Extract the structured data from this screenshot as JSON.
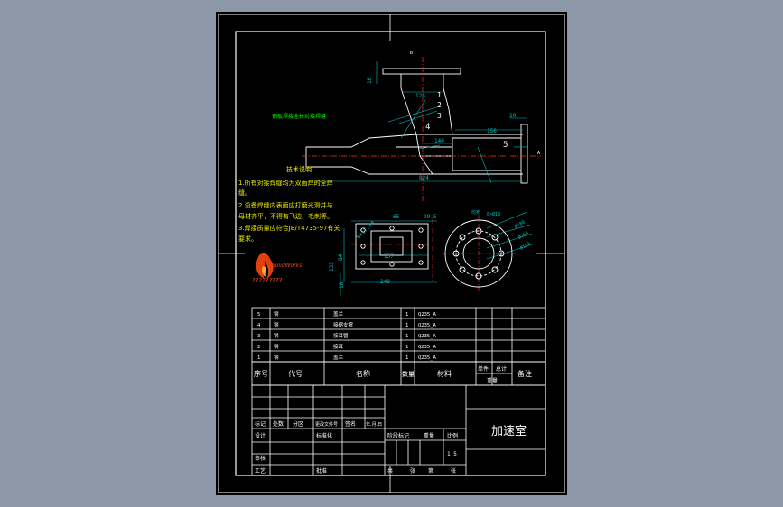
{
  "colors": {
    "background": "#8c97a7",
    "sheet": "#000000",
    "line": "#ffffff",
    "dim": "#00c0c0",
    "note": "#e8e800",
    "center": "#ff3030",
    "part": "#00ff00"
  },
  "view_labels": {
    "section_mark": "B",
    "arrow_mark": "A"
  },
  "dims_main": {
    "d10_left": "10",
    "d10_right": "10",
    "d128": "128",
    "d156": "156",
    "d140": "140",
    "d824": "824",
    "weld_note": "钢板焊接全长对接焊缝"
  },
  "balloons": [
    "1",
    "2",
    "3",
    "4",
    "5"
  ],
  "tech_notes": {
    "title": "技术说明",
    "lines": [
      "1.所有对接焊缝均为双面焊的全焊",
      "缝。",
      "2.设备焊缝内表面应打磨光滑并与",
      "母材齐平，不得有飞边、毛刺等。",
      "3.焊接质量应符合JB/T4735-97有关",
      "要求。"
    ]
  },
  "dims_flange": {
    "d65": "65",
    "d99": "99.5",
    "d137": "137",
    "d248": "248",
    "d84": "84",
    "d135": "135",
    "d18": "18",
    "holes": "8×17.14"
  },
  "dims_circle": {
    "holes": "8×Ø18",
    "d180": "Ø180",
    "d160": "Ø160",
    "d190": "Ø190",
    "note": "均布"
  },
  "logo": {
    "brand": "SolidWorks",
    "garbled": "?????????"
  },
  "parts": [
    {
      "no": "5",
      "code": "钢",
      "name": "盖兰",
      "qty": "1",
      "material": "Q235_A"
    },
    {
      "no": "4",
      "code": "钢",
      "name": "接缩支撑",
      "qty": "1",
      "material": "Q235_A"
    },
    {
      "no": "3",
      "code": "钢",
      "name": "接耳管",
      "qty": "1",
      "material": "Q235_A"
    },
    {
      "no": "2",
      "code": "钢",
      "name": "接耳",
      "qty": "1",
      "material": "Q235_A"
    },
    {
      "no": "1",
      "code": "钢",
      "name": "盖兰",
      "qty": "1",
      "material": "Q235_A"
    }
  ],
  "header": {
    "no": "序号",
    "code": "代号",
    "name": "名称",
    "qty": "数量",
    "material": "材料",
    "unit_weight": "单件",
    "total": "总计",
    "weight": "重量",
    "remark": "备注"
  },
  "title_block": {
    "title": "加速室",
    "mark": "标记",
    "count": "处数",
    "zone": "分区",
    "doc": "更改文件号",
    "sign": "签名",
    "date": "年.月.日",
    "design": "设计",
    "standard": "标准化",
    "check": "审核",
    "process": "工艺",
    "approve": "批准",
    "stage": "阶段标记",
    "weight": "重量",
    "scale_label": "比例",
    "scale": "1:5",
    "total_sheets": "共",
    "sheet_no": "张",
    "page": "第",
    "page_unit": "张"
  }
}
